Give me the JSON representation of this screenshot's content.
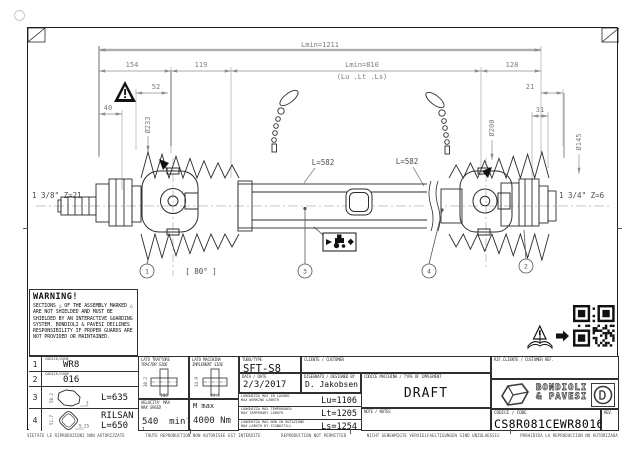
{
  "border": {
    "phrases": [
      "VIETATE LE RIPRODUZIONI NON AUTORIZZATE",
      "TOUTE REPRODUCTION NON AUTORISEE EST INTERDITE",
      "REPRODUCTION NOT PERMITTED",
      "NICHT GENEHMIGTE VERVIELFAELTIGUNGEN SIND UNZULAESSIG",
      "PROHIBIDA LA REPRODUCCION NO AUTORIZADA"
    ]
  },
  "drawing": {
    "dims": {
      "overall": "Lmin=1211",
      "working": "Lmin=810",
      "working_sub": "(Lu .Lt .Ls)",
      "d154": "154",
      "d119": "119",
      "d52": "52",
      "d40": "40",
      "d233": "Ø233",
      "d128": "128",
      "d21": "21",
      "d31": "31",
      "d200": "Ø200",
      "d145": "Ø145"
    },
    "labels": {
      "left_spline": "1 3/8\" Z=21",
      "right_spline": "1 3/4\" Z=6",
      "tube_left": "L=582",
      "tube_right": "L=582",
      "angle": "[ 80° ]"
    },
    "balloons": [
      "1",
      "2",
      "3",
      "4"
    ]
  },
  "warning": {
    "title": "WARNING!",
    "text": "SECTIONS △ OF THE ASSEMBLY MARKED △ ARE NOT SHIELDED AND MUST BE SHIELDED BY AN INTERACTIVE GUARDING SYSTEM. BONDIOLI & PAVESI DECLINES RESPONSIBILITY IF PROPER GUARDS ARE NOT PROVIDED OR MAINTAINED."
  },
  "parts": [
    {
      "num": "1",
      "label": "CODICE/CODE",
      "value": "WR8"
    },
    {
      "num": "2",
      "label": "CODICE/CODE",
      "value": "016"
    },
    {
      "num": "3",
      "dim_v": "58.2",
      "dim_h": "3",
      "value": "L=635"
    },
    {
      "num": "4",
      "dim_v": "51.7",
      "dim_h": "5.25",
      "value": "RILSAN",
      "value2": "L=650"
    }
  ],
  "titleblock": {
    "tractor_side": {
      "header1": "LATO TRATTORE",
      "header2": "TRACTOR SIDE",
      "dim_v": "30.2",
      "dim_h": "106"
    },
    "implement_side": {
      "header1": "LATO MACCHINA",
      "header2": "IMPLEMENT SIDE",
      "dim_v": "34.9",
      "dim_h": "93.5"
    },
    "speed": {
      "header1": "VELOCITA' MAX",
      "header2": "MAX SPEED",
      "value": "540",
      "unit": "min",
      "exp": "-1"
    },
    "torque": {
      "header": "M max",
      "value": "4000 Nm"
    },
    "tube_type": {
      "header": "TUBO/TYPE",
      "value": "SFT-S8"
    },
    "customer": {
      "header": "CLIENTE / CUSTOMER",
      "value": ""
    },
    "date": {
      "header": "DATA / DATE",
      "value": "2/3/2017"
    },
    "designed": {
      "header": "DISEGNATO / DESIGNED BY",
      "value": "D. Jakobsen"
    },
    "implement_code": {
      "header": "CODICE MACCHINA / TYPE OF IMPLEMENT",
      "value": "DRAFT"
    },
    "notes": {
      "header": "NOTE / NOTES",
      "value": ""
    },
    "lengths": [
      {
        "h1": "LUNGHEZZA MAX IN LAVORO",
        "h2": "MAX WORKING LENGTH",
        "value": "Lu=1106"
      },
      {
        "h1": "LUNGHEZZA MAX TEMPORANEA",
        "h2": "MAX TEMPORARY LENGTH",
        "value": "Lt=1205"
      },
      {
        "h1": "LUNGHEZZA MAX NON IN ROTAZIONE",
        "h2": "MAX LENGTH BY STANDSTILL",
        "value": "Ls=1254"
      }
    ],
    "customer_ref": {
      "header": "RIF.CLIENTE / CUSTOMER REF.",
      "value": ""
    },
    "brand": {
      "line1": "BONDIOLI",
      "line2": "& PAVESI"
    },
    "code": {
      "header": "CODICE / CODE",
      "value": "CS8R081CEWR8016T"
    },
    "rev": {
      "header": "REV.",
      "value": ""
    }
  }
}
